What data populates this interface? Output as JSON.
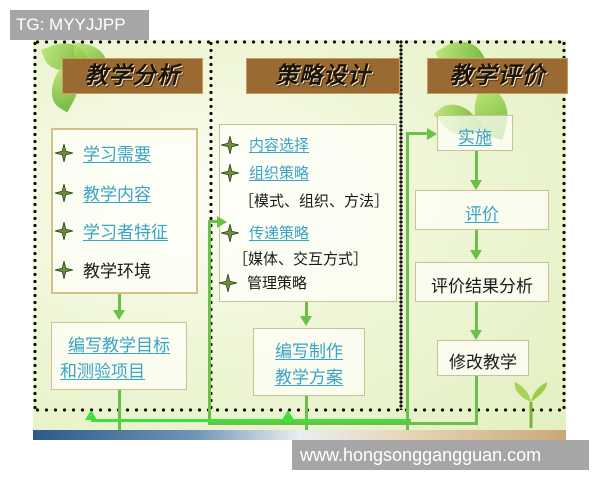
{
  "watermarks": {
    "top_left": "TG: MYYJJPP",
    "bottom_right": "www.hongsonggangguan.com"
  },
  "columns": [
    {
      "title": "教学分析",
      "items": [
        {
          "label": "学习需要",
          "link": true
        },
        {
          "label": "教学内容",
          "link": true
        },
        {
          "label": "学习者特征",
          "link": true
        },
        {
          "label": "教学环境",
          "link": false
        }
      ],
      "output_box": {
        "line1": "编写教学目标",
        "line2": "和测验项目"
      }
    },
    {
      "title": "策略设计",
      "items": [
        {
          "label": "内容选择",
          "link": true
        },
        {
          "label": "组织策略",
          "link": true,
          "note": "［模式、组织、方法］"
        },
        {
          "label": "传递策略",
          "link": true,
          "note": "［媒体、交互方式］"
        },
        {
          "label": "管理策略",
          "link": false
        }
      ],
      "output_box": {
        "line1": "编写制作",
        "line2": "教学方案"
      }
    },
    {
      "title": "教学评价",
      "steps": [
        {
          "label": "实施",
          "link": true
        },
        {
          "label": "评价",
          "link": true
        },
        {
          "label": "评价结果分析",
          "link": false
        },
        {
          "label": "修改教学",
          "link": false
        }
      ]
    }
  ],
  "colors": {
    "banner_bg": "#9a6a33",
    "link_text": "#3aa3c8",
    "arrow_green": "#6cc04a",
    "feedback_green": "#3fe03a",
    "box_border": "#d5c08a"
  }
}
